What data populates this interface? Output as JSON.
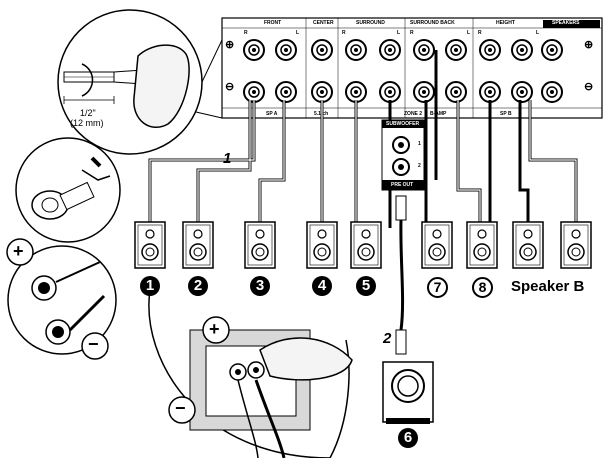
{
  "panel": {
    "title": "SPEAKERS",
    "groups": [
      "FRONT",
      "CENTER",
      "SURROUND",
      "SURROUND BACK",
      "HEIGHT"
    ],
    "channel_labels": [
      "R",
      "L",
      "R",
      "L",
      "R",
      "L",
      "R",
      "L"
    ],
    "bottom_labels": [
      "SP A",
      "5.1 ch",
      "ZONE 2",
      "B-AMP",
      "SP B"
    ],
    "plus_symbol": "⊕",
    "minus_symbol": "⊖"
  },
  "subwoofer_jack": {
    "title": "SUBWOOFER",
    "port_1": "1",
    "port_2": "2",
    "footer": "PRE OUT"
  },
  "steps": {
    "step1": "1",
    "step2": "2"
  },
  "wire_strip": {
    "length_in": "1/2\"",
    "length_mm": "(12 mm)"
  },
  "polarity": {
    "plus": "+",
    "minus": "−"
  },
  "speakers": {
    "s1": "1",
    "s2": "2",
    "s3": "3",
    "s4": "4",
    "s5": "5",
    "s7": "7",
    "s8": "8",
    "speaker_b": "Speaker B",
    "sub": "6"
  },
  "colors": {
    "line": "#000000",
    "panel": "#ffffff",
    "panel_shade": "#d8d8d8",
    "hand": "#f4f4f4"
  }
}
